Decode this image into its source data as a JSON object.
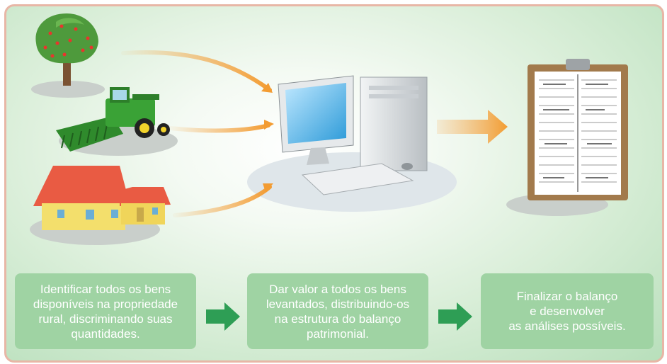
{
  "colors": {
    "frame_border": "#e8b6a6",
    "box_fill": "#9fd3a3",
    "arrow_green": "#2e9e55",
    "arrow_orange": "#f39c32"
  },
  "steps": [
    {
      "lines": [
        "Identificar todos os bens",
        "disponíveis na propriedade",
        "rural, discriminando suas",
        "quantidades."
      ]
    },
    {
      "lines": [
        "Dar valor a todos os bens",
        "levantados, distribuindo-os",
        "na estrutura do balanço",
        "patrimonial."
      ]
    },
    {
      "lines": [
        "Finalizar o balanço",
        "e desenvolver",
        "as análises possíveis."
      ]
    }
  ],
  "icons": {
    "tree": "tree-icon",
    "harvester": "harvester-icon",
    "house": "house-icon",
    "computer": "computer-icon",
    "clipboard": "balance-sheet-clipboard-icon"
  }
}
